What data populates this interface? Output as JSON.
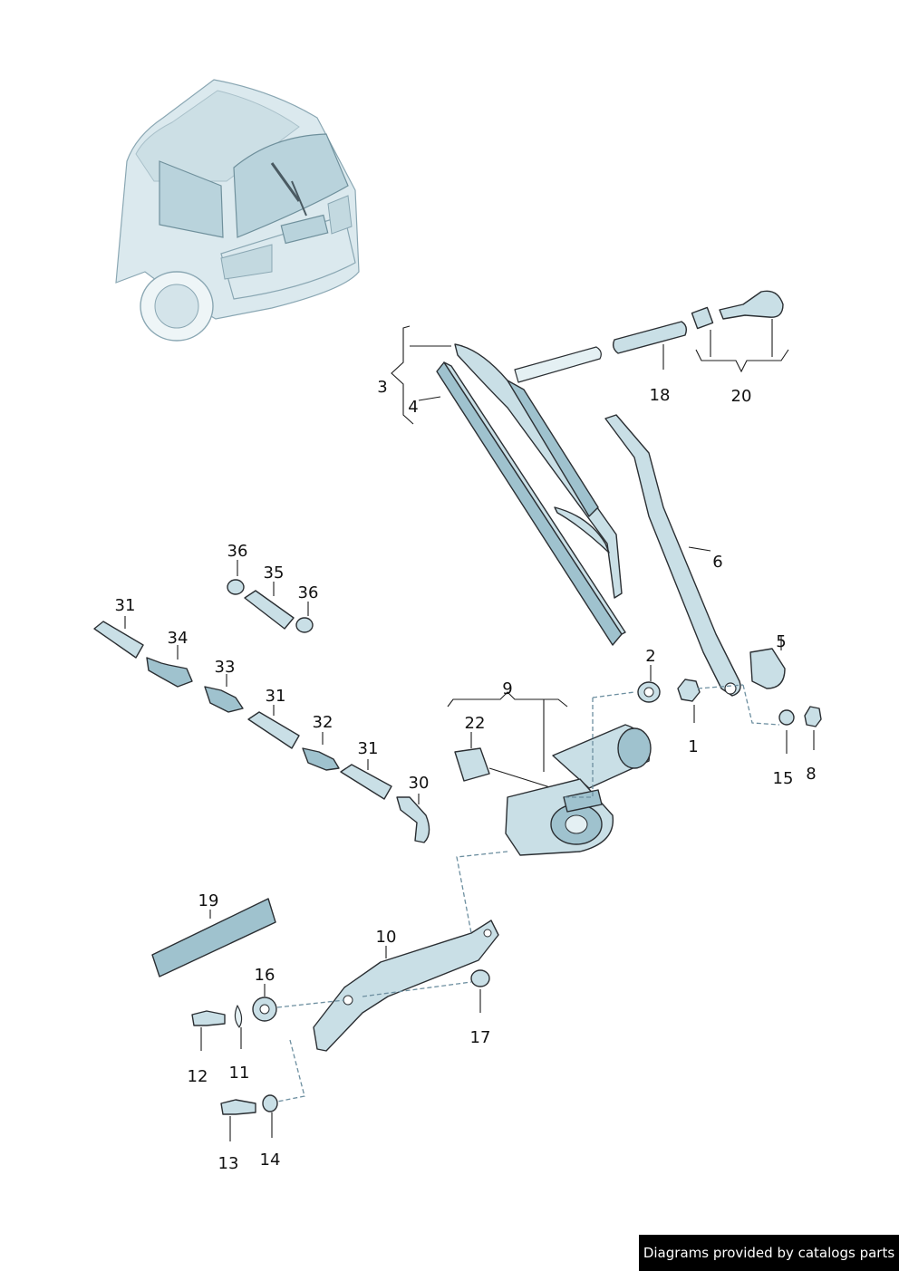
{
  "diagram": {
    "callouts": [
      {
        "id": "c1",
        "text": "1"
      },
      {
        "id": "c2",
        "text": "2"
      },
      {
        "id": "c3",
        "text": "3"
      },
      {
        "id": "c4",
        "text": "4"
      },
      {
        "id": "c5",
        "text": "5"
      },
      {
        "id": "c6",
        "text": "6"
      },
      {
        "id": "c8",
        "text": "8"
      },
      {
        "id": "c9",
        "text": "9"
      },
      {
        "id": "c10",
        "text": "10"
      },
      {
        "id": "c11",
        "text": "11"
      },
      {
        "id": "c12",
        "text": "12"
      },
      {
        "id": "c13",
        "text": "13"
      },
      {
        "id": "c14",
        "text": "14"
      },
      {
        "id": "c15",
        "text": "15"
      },
      {
        "id": "c16",
        "text": "16"
      },
      {
        "id": "c17",
        "text": "17"
      },
      {
        "id": "c18",
        "text": "18"
      },
      {
        "id": "c19",
        "text": "19"
      },
      {
        "id": "c20",
        "text": "20"
      },
      {
        "id": "c22",
        "text": "22"
      },
      {
        "id": "c30",
        "text": "30"
      },
      {
        "id": "c31a",
        "text": "31"
      },
      {
        "id": "c31b",
        "text": "31"
      },
      {
        "id": "c31c",
        "text": "31"
      },
      {
        "id": "c32",
        "text": "32"
      },
      {
        "id": "c33",
        "text": "33"
      },
      {
        "id": "c34",
        "text": "34"
      },
      {
        "id": "c35",
        "text": "35"
      },
      {
        "id": "c36a",
        "text": "36"
      },
      {
        "id": "c36b",
        "text": "36"
      }
    ]
  },
  "footer": {
    "credit": "Diagrams provided by catalogs parts"
  }
}
